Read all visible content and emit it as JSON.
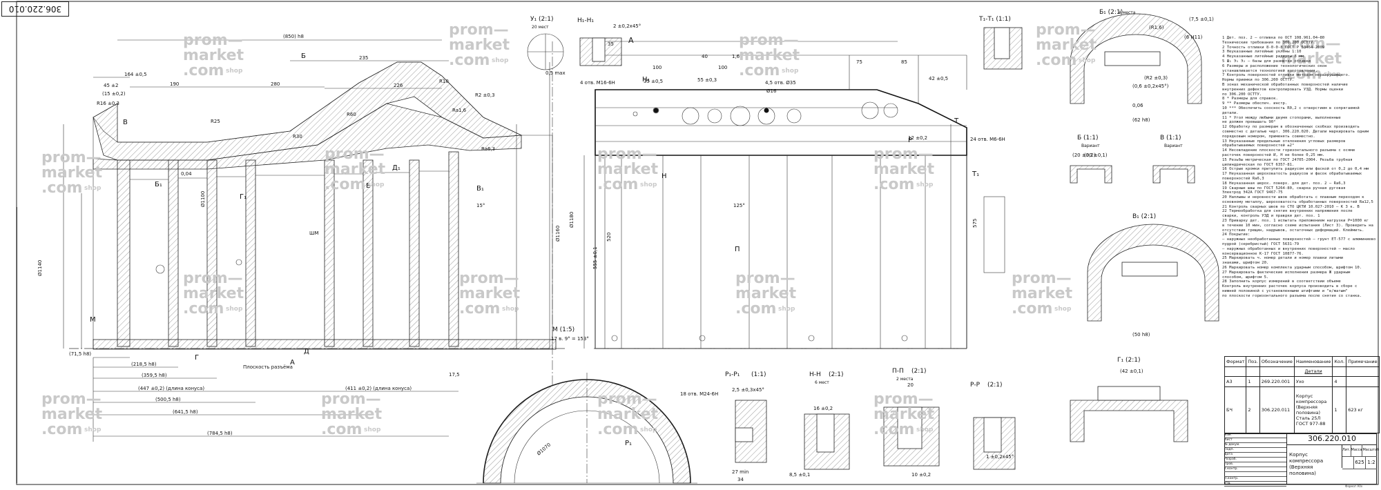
{
  "drawing": {
    "number": "306.220.010",
    "number_rotated": "306.220.010",
    "name_line1": "Корпус компрессора",
    "name_line2": "(Верхняя половина)",
    "mass": "625",
    "scale": "1:2",
    "format_label": "Формат А0х",
    "letter_label": "Лит.",
    "mass_label": "Масса",
    "scale_label": "Масштаб"
  },
  "views": {
    "section_A": "А",
    "view_M": "М (1:5)",
    "view_M_dims": "17 в. 9° = 153°",
    "section_U1": "У₁ (2:1)",
    "section_U1_sub": "20 мест",
    "section_N1": "Н₁-Н₁",
    "section_T1": "Т₁-Т₁ (1:1)",
    "section_B1": "Б₁ (2:1)",
    "section_B1_sub": "4 места",
    "section_B": "Б (1:1)",
    "section_B_sub": "Вариант",
    "section_V": "В (1:1)",
    "section_V_sub": "Вариант",
    "section_V1": "В₁ (2:1)",
    "section_G1": "Г₁ (2:1)",
    "section_P1": "Р₁-Р₁",
    "section_P1_scale": "(1:1)",
    "section_NN": "Н-Н",
    "section_NN_scale": "(2:1)",
    "section_NN_sub": "6 мест",
    "section_PP": "П-П",
    "section_PP_scale": "(2:1)",
    "section_PP_sub": "2 места",
    "section_RR": "Р-Р",
    "section_RR_scale": "(2:1)"
  },
  "dimensions": {
    "d1": "(850) h8",
    "d2": "235",
    "d3": "280",
    "d4": "226",
    "d5": "190",
    "d6": "164 ±0,5",
    "d7": "45 ±2",
    "d8": "(15 ±0,2)",
    "d9": "R16 ±0,3",
    "d10": "Ø1100",
    "d11": "Ø1140",
    "d12": "Ø1160",
    "d13": "Ø1180",
    "d14": "Ø1070",
    "d15": "(71,5 h8)",
    "d16": "(218,5 h8)",
    "d17": "(359,5 h8)",
    "d18": "(447 ±0,2) (длина конуса)",
    "d19": "(500,5 h8)",
    "d20": "(641,5 h8)",
    "d21": "(784,5 h8)",
    "d22": "(411 ±0,2) (длина конуса)",
    "d23": "R25",
    "d24": "R30",
    "d25": "R60",
    "d26": "R10",
    "d27": "R2 ±0,3",
    "d28": "0,04",
    "d29": "0,06",
    "d30": "Ra6,3",
    "d31": "Ra1,6",
    "d32": "Плоскость разъёма",
    "d33": "17,5",
    "d34": "555 ±0,1",
    "d35": "520",
    "d36": "75",
    "d37": "85",
    "d38": "100",
    "d39": "100",
    "d40": "35 ±0,5",
    "d41": "55 ±0,3",
    "d42": "42 ±0,5",
    "d43": "12 ±0,2",
    "d44": "24 отв. М6-6Н",
    "d45": "18 отв. М24-6Н",
    "d46": "4 отв. М16-6Н",
    "d47": "2,5 ±0,3х45°",
    "d48": "27 min",
    "d49": "34",
    "d50": "(62 h8)",
    "d51": "(50 h8)",
    "d52": "(42 ±0,1)",
    "d53": "(R1,6)",
    "d54": "(R2 ±0,3)",
    "d55": "(0,6 ±0,2х45°)",
    "d56": "(6 H11)",
    "d57": "(7,5 ±0,1)",
    "d58": "(20 ±0,2)",
    "d59": "(30 ±0,1)",
    "d60": "575",
    "d61": "4,5 отв. Ø35",
    "d62": "Ø16",
    "d63": "40",
    "d64": "1,6",
    "d65": "8,5 ±0,1",
    "d66": "16 ±0,2",
    "d67": "1 ±0,2х45°",
    "d68": "10 ±0,2",
    "d69": "20",
    "d70": "35",
    "d71": "2 ±0,2х45°",
    "d72": "0,5 max",
    "d73": "125°",
    "d74": "15°",
    "d75": "ШМ"
  },
  "letters": {
    "l1": "Б",
    "l2": "Б₁",
    "l3": "Г",
    "l4": "Г₁",
    "l5": "Д",
    "l6": "Д₁",
    "l7": "А",
    "l8": "М",
    "l9": "В",
    "l10": "В₁",
    "l11": "Н",
    "l12": "Н₁",
    "l13": "Т",
    "l14": "Т₁",
    "l15": "П",
    "l16": "Р",
    "l17": "Р₁",
    "l18": "Е"
  },
  "watermark": {
    "line1": "prom—",
    "line2": "market",
    "line3": ".com",
    "suffix": "shop"
  },
  "notes": [
    "1 Дет. поз. 2 – отливка по ОСТ 108.961.04–80",
    "Технические требования по 306.200 ОСТТУ.",
    "2 Точность отливки 8-0-0-8 ГОСТ Р 53464-2009",
    "3 Неуказанные литейные уклоны 1:10",
    "4 Неуказанные литейные радиусы 8 мм",
    "5 Ш₁ Э₁ Э₂ – базы для разметки отливки",
    "6 Размеры и расположение технологических окон",
    "устанавливается технологией изготовления.",
    "7 Контроль поверхностей отливки методом неразрушающего.",
    "Нормы приемки по 306.200 ОСТТУ.",
    "В зонах механической обработанных поверхностей наличие",
    "внутренних дефектов контролировать УЗД. Нормы оценки",
    "по 306.200 ОСТТУ.",
    "8 * Размеры для справок.",
    "9 ** Размеры обеспеч. инстр.",
    "10 *** Обеспечить соосность R0,2 с отверстием в сопрягаемой",
    "детали.",
    "11 * Угол между любыми двумя стопорами, выполненные",
    "не должен превышать 90°",
    "12 Обработку по размерам в обозначенных скобках производить",
    "совместно с деталью черт. 306.220.020. Детали маркировать одним",
    "порядковым номером, применять совместно.",
    "13 Неуказанные предельные отклонения угловых размеров",
    "обрабатываемых поверхностей ±2°",
    "14 Несовпадение плоскости горизонтального разъема с осями",
    "расточек поверхностей И, Н не более 0,25 мм.",
    "15 Резьбы метрическая по ГОСТ 24705-2004. Резьба трубная",
    "цилиндрическая по ГОСТ 6357-81.",
    "16 Острые кромки притупить радиусом или фаской от 0,2 до 0,4 мм",
    "17 Неуказанная шероховатость радиусов и фасок обрабатываемых",
    "поверхностей Ra6,3",
    "18 Неуказанная шерох. поверх. для дет. поз. 2 – Ra6,3",
    "19 Сварные швы по ГОСТ 5264-80, сварка ручная дуговая",
    "Электрод Э42А ГОСТ 9467-75",
    "20 Наплывы и неровности швов обработать с плавным переходом к",
    "основному металлу, шероховатость обработанных поверхностей Ra12,5",
    "21 Контроль сварных швов по СТО ЦКТИ 10.027-2010 – К 3 к. В",
    "22 Термообработка для снятия внутренних напряжения после",
    "сварки, контроль УЗД и правдки дет. поз. 1",
    "23 Приварку дет. поз. 1 испытать приложением нагрузки Р=1000 кг",
    "в течение 10 мин, согласно схеме испытания (Лист 3). Проверить на",
    "отсутствие трещин, надрывов, остаточных деформаций. Клеймить.",
    "24 Покрытие:",
    "– наружных необработанных поверхностей – грунт ЕТ-577 с алюминиевой",
    "пудрой (серебристый) ГОСТ 5631-79",
    "– наружных обработанных и внутренних поверхностей – масло",
    "консервационное К-17 ГОСТ 10877-76.",
    "25 Маркировать ч. номер детали и номер плавки литыми",
    "знаками, шрифтом 20.",
    "26 Маркировать номер комплекта ударным способом, шрифтом 10.",
    "27 Маркировать фактические исполнения размера Ж ударным",
    "способом, шрифтом 5.",
    "28 Заполнить корпус измерений в соответствии объеме",
    "Контроль внутренних расточек корпуса производить в сборе с",
    "нижней половиной с установленными штифтами и \"в/жатым\"",
    "по плоскости горизонтального разъема после снятия со станка."
  ],
  "spec": {
    "header": [
      "Формат",
      "Поз.",
      "Обозначение",
      "Наименование",
      "Кол.",
      "Примечание"
    ],
    "group": "Детали",
    "rows": [
      [
        "А3",
        "1",
        "269.220.001",
        "Ухо",
        "4",
        ""
      ],
      [
        "БЧ",
        "2",
        "306.220.011",
        "Корпус компрессора (Верхняя половина) Сталь 25Л ГОСТ 977-88",
        "1",
        "623 кг"
      ]
    ]
  },
  "title_block_left": [
    "Изм.",
    "Лист",
    "№ докум.",
    "Подп.",
    "Дата",
    "Разраб.",
    "Пров.",
    "Т.контр.",
    "",
    "Н.контр.",
    "Утв."
  ],
  "format_note": "Формат А0х"
}
